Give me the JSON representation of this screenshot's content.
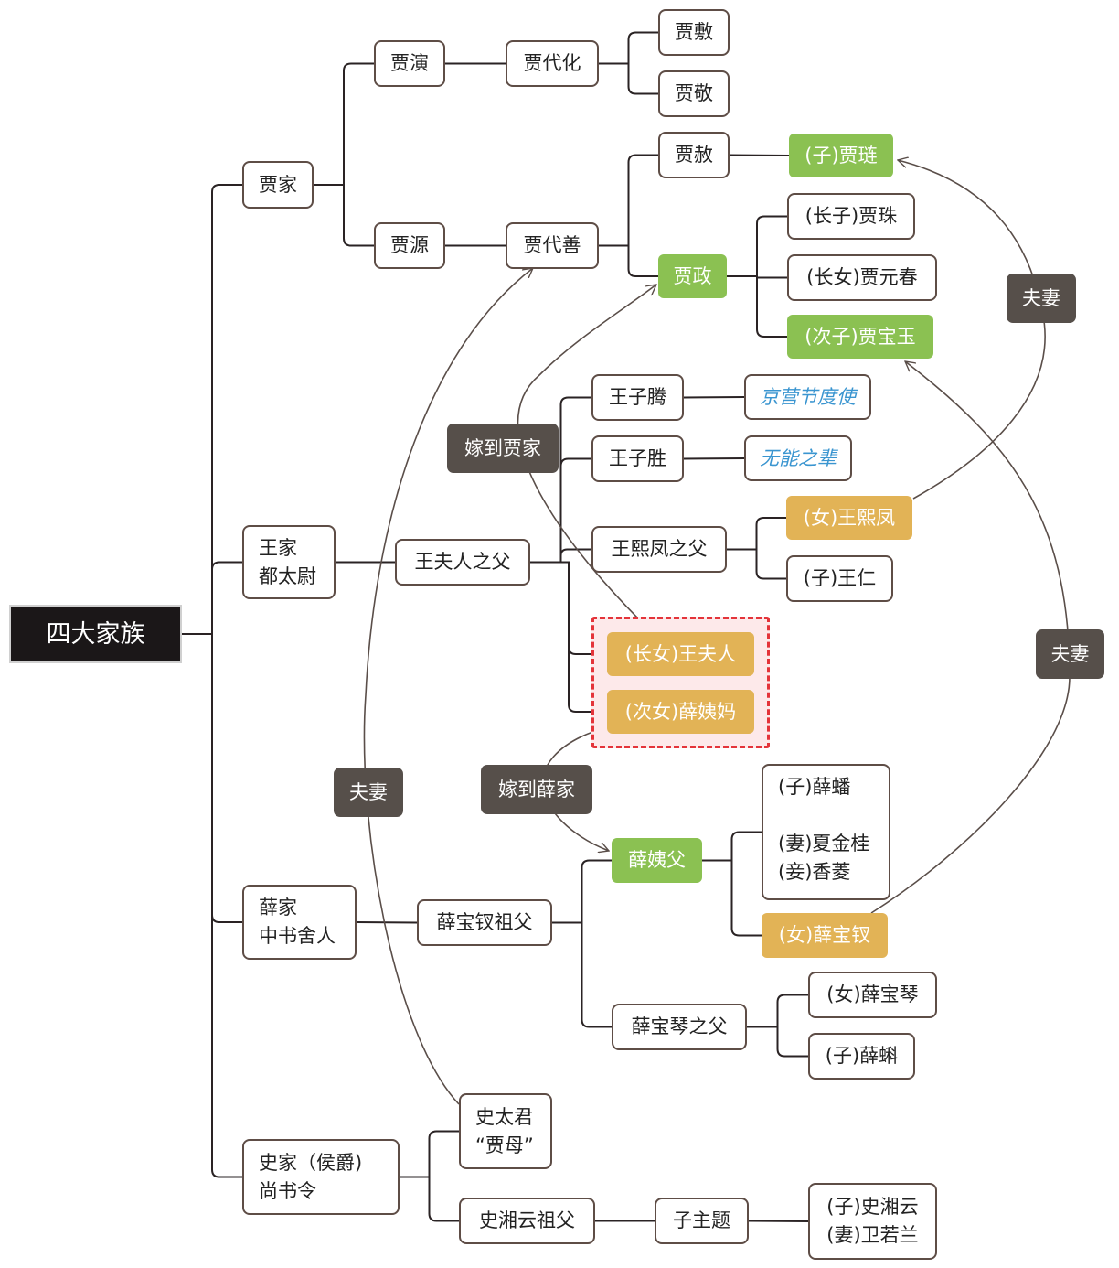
{
  "title": "四大家族",
  "colors": {
    "root_bg": "#1b1718",
    "box_border": "#5e4d46",
    "green": "#8bc152",
    "gold": "#e2b356",
    "relation_label_bg": "#564f4a",
    "note_text": "#3a95d0",
    "highlight_border": "#e4343a",
    "highlight_fill": "#fde9ea"
  },
  "families": [
    {
      "id": "jia",
      "label": "贾家",
      "children": [
        {
          "id": "jiayan",
          "label": "贾演",
          "children": [
            {
              "id": "jiadaihua",
              "label": "贾代化",
              "children": [
                {
                  "id": "jiafu",
                  "label": "贾敷"
                },
                {
                  "id": "jiajing",
                  "label": "贾敬"
                }
              ]
            }
          ]
        },
        {
          "id": "jiayuan",
          "label": "贾源",
          "children": [
            {
              "id": "jiadaishan",
              "label": "贾代善",
              "children": [
                {
                  "id": "jiashe",
                  "label": "贾赦",
                  "children": [
                    {
                      "id": "jialian",
                      "label": "(子)贾琏",
                      "style": "green"
                    }
                  ]
                },
                {
                  "id": "jiazheng",
                  "label": "贾政",
                  "style": "green",
                  "children": [
                    {
                      "id": "jiazhu",
                      "label": "(长子)贾珠"
                    },
                    {
                      "id": "jiayuanchun",
                      "label": "(长女)贾元春"
                    },
                    {
                      "id": "jiabaoyu",
                      "label": "(次子)贾宝玉",
                      "style": "green"
                    }
                  ]
                }
              ]
            }
          ]
        }
      ]
    },
    {
      "id": "wang",
      "label": "王家\n都太尉",
      "children": [
        {
          "id": "wangfurenfu",
          "label": "王夫人之父",
          "children": [
            {
              "id": "wangziteng",
              "label": "王子腾",
              "note": "京营节度使"
            },
            {
              "id": "wangzisheng",
              "label": "王子胜",
              "note": "无能之辈"
            },
            {
              "id": "wangxifengfu",
              "label": "王熙凤之父",
              "children": [
                {
                  "id": "wangxifeng",
                  "label": "(女)王熙凤",
                  "style": "gold"
                },
                {
                  "id": "wangren",
                  "label": "(子)王仁"
                }
              ]
            },
            {
              "id": "wangfuren",
              "label": "(长女)王夫人",
              "style": "gold",
              "highlighted": true
            },
            {
              "id": "xueyima",
              "label": "(次女)薛姨妈",
              "style": "gold",
              "highlighted": true
            }
          ]
        }
      ]
    },
    {
      "id": "xue",
      "label": "薛家\n中书舍人",
      "children": [
        {
          "id": "xuebaochaizufu",
          "label": "薛宝钗祖父",
          "children": [
            {
              "id": "xueyifu",
              "label": "薛姨父",
              "style": "green",
              "children": [
                {
                  "id": "xuepan",
                  "label": "(子)薛蟠\n\n(妻)夏金桂\n(妾)香菱"
                },
                {
                  "id": "xuebaochai",
                  "label": "(女)薛宝钗",
                  "style": "gold"
                }
              ]
            },
            {
              "id": "xuebaoqinfu",
              "label": "薛宝琴之父",
              "children": [
                {
                  "id": "xuebaoqin",
                  "label": "(女)薛宝琴"
                },
                {
                  "id": "xueke",
                  "label": "(子)薛蝌"
                }
              ]
            }
          ]
        }
      ]
    },
    {
      "id": "shi",
      "label": "史家（侯爵)\n尚书令",
      "children": [
        {
          "id": "shitaijun",
          "label": "史太君\n“贾母”"
        },
        {
          "id": "shixiangyunzufu",
          "label": "史湘云祖父",
          "children": [
            {
              "id": "zizhuti",
              "label": "子主题",
              "children": [
                {
                  "id": "shixiangyun",
                  "label": "(子)史湘云\n(妻)卫若兰"
                }
              ]
            }
          ]
        }
      ]
    }
  ],
  "relations": [
    {
      "id": "rel-married-jia",
      "label": "嫁到贾家",
      "from": "wangfuren",
      "to": "jiazheng"
    },
    {
      "id": "rel-married-xue",
      "label": "嫁到薛家",
      "from": "xueyima",
      "to": "xueyifu"
    },
    {
      "id": "rel-couple-lian-xifeng",
      "label": "夫妻",
      "from": "wangxifeng",
      "to": "jialian"
    },
    {
      "id": "rel-couple-baoyu-baochai",
      "label": "夫妻",
      "from": "xuebaochai",
      "to": "jiabaoyu"
    },
    {
      "id": "rel-couple-daishan-taijun",
      "label": "夫妻",
      "from": "shitaijun",
      "to": "jiadaishan"
    }
  ]
}
